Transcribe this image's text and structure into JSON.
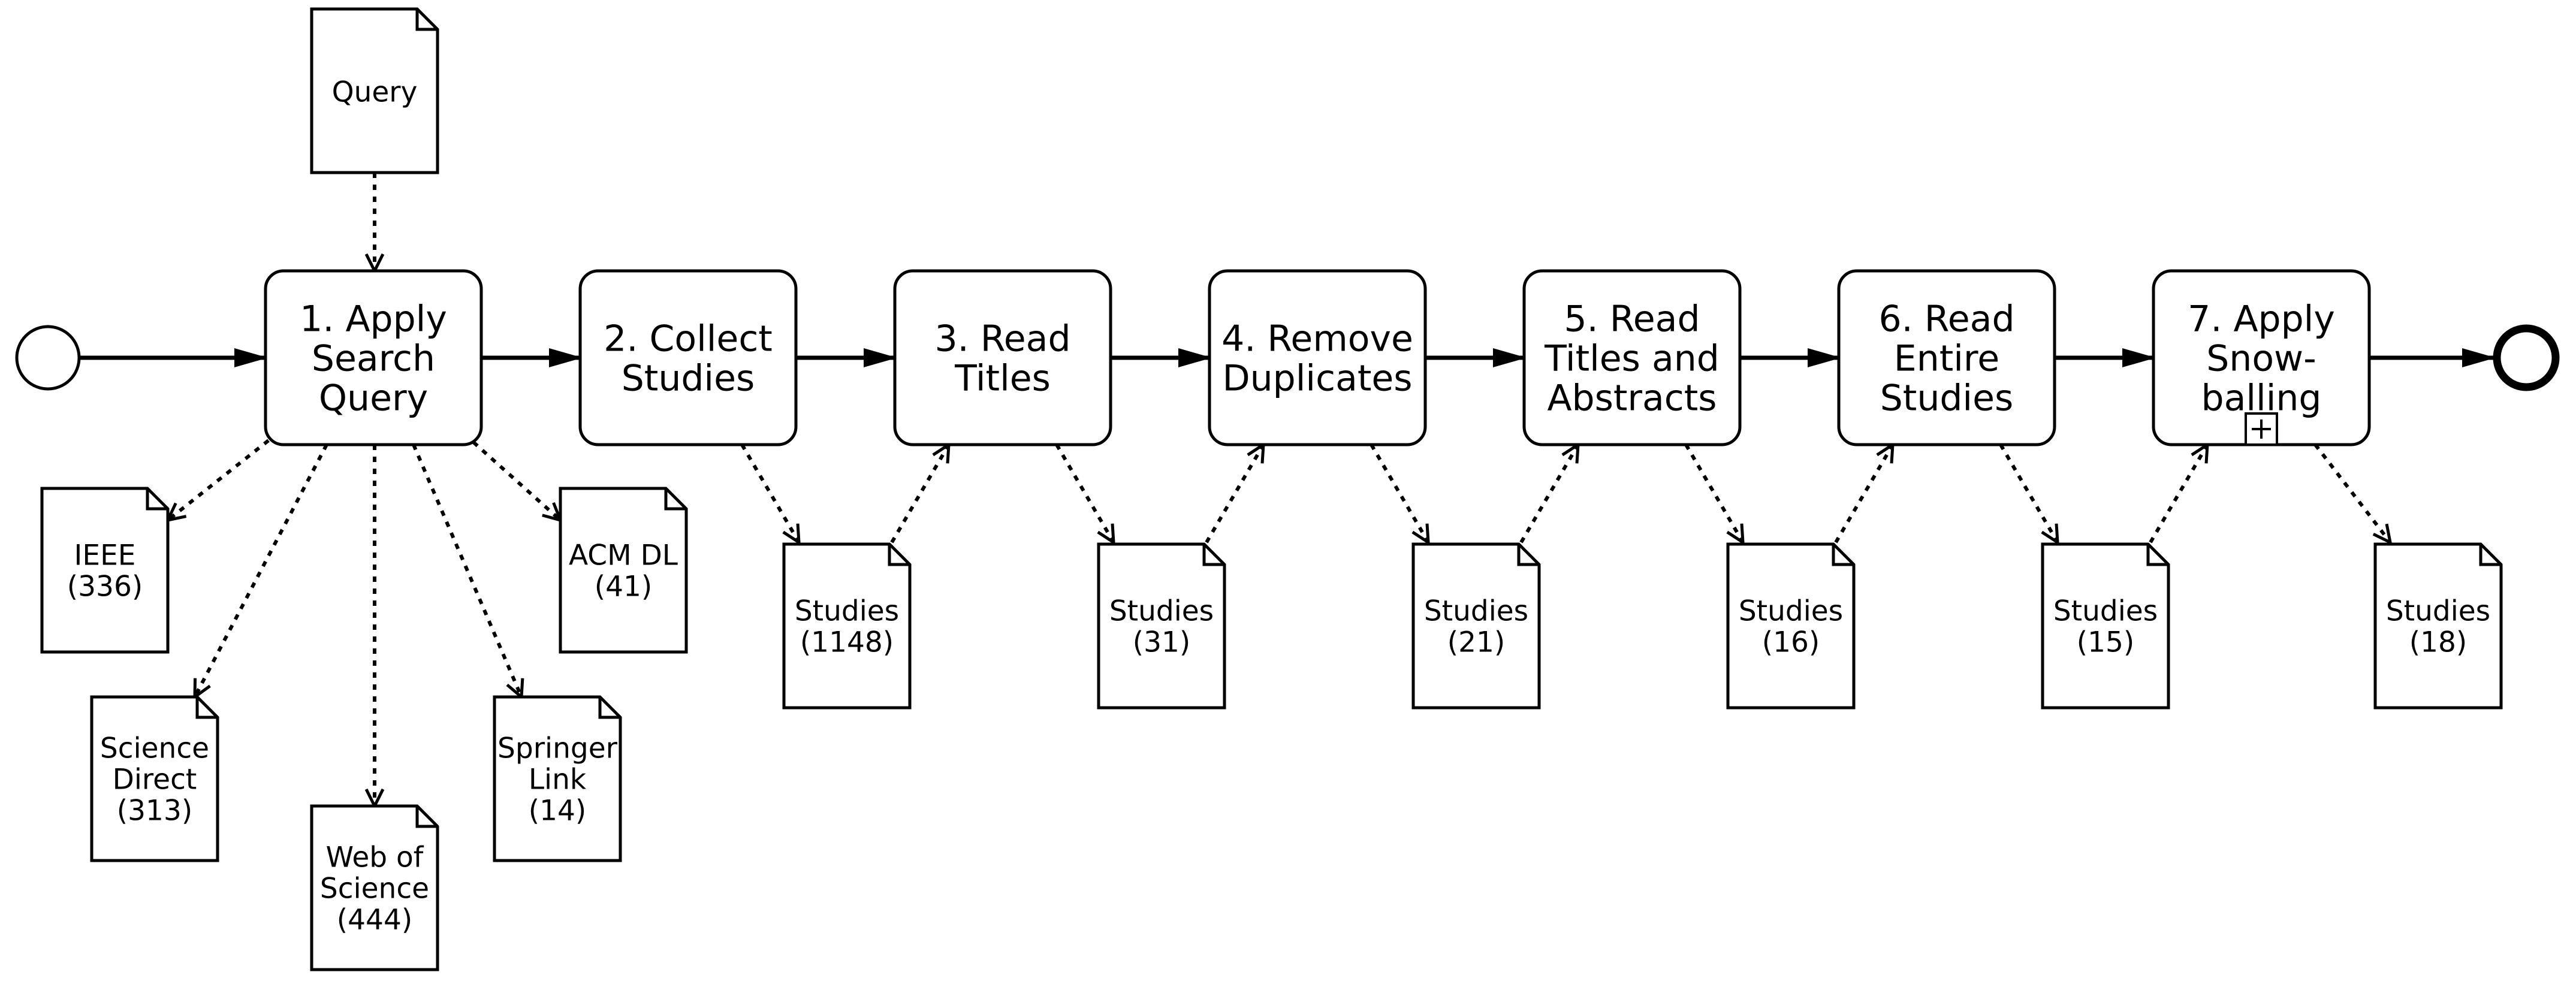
{
  "colors": {
    "stroke": "#000000",
    "background": "#ffffff"
  },
  "events": {
    "start": {
      "label": "",
      "icon": "start-event-circle"
    },
    "end": {
      "label": "",
      "icon": "end-event-circle"
    }
  },
  "tasks": [
    {
      "lines": [
        "1. Apply",
        "Search",
        "Query"
      ]
    },
    {
      "lines": [
        "2. Collect",
        "Studies"
      ]
    },
    {
      "lines": [
        "3. Read",
        "Titles"
      ]
    },
    {
      "lines": [
        "4. Remove",
        "Duplicates"
      ]
    },
    {
      "lines": [
        "5. Read",
        "Titles and",
        "Abstracts"
      ]
    },
    {
      "lines": [
        "6. Read",
        "Entire",
        "Studies"
      ]
    },
    {
      "lines": [
        "7. Apply",
        "Snow-",
        "balling"
      ],
      "marker": "subprocess-plus-icon"
    }
  ],
  "query_doc": {
    "lines": [
      "Query"
    ]
  },
  "source_docs": [
    {
      "lines": [
        "IEEE",
        "(336)"
      ]
    },
    {
      "lines": [
        "Science",
        "Direct",
        "(313)"
      ]
    },
    {
      "lines": [
        "Web of",
        "Science",
        "(444)"
      ]
    },
    {
      "lines": [
        "Springer",
        "Link",
        "(14)"
      ]
    },
    {
      "lines": [
        "ACM DL",
        "(41)"
      ]
    }
  ],
  "study_docs": [
    {
      "lines": [
        "Studies",
        "(1148)"
      ]
    },
    {
      "lines": [
        "Studies",
        "(31)"
      ]
    },
    {
      "lines": [
        "Studies",
        "(21)"
      ]
    },
    {
      "lines": [
        "Studies",
        "(16)"
      ]
    },
    {
      "lines": [
        "Studies",
        "(15)"
      ]
    },
    {
      "lines": [
        "Studies",
        "(18)"
      ]
    }
  ]
}
